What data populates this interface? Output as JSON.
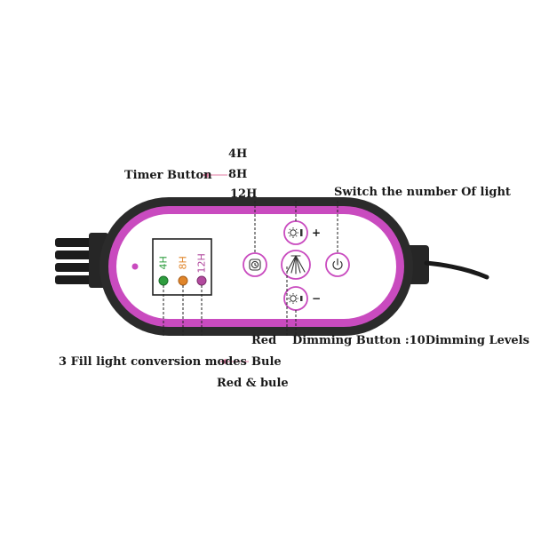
{
  "annotations": {
    "timer_values": [
      "4H",
      "8H",
      "12H"
    ],
    "timer_button": "Timer Button",
    "switch_light": "Switch  the number Of light",
    "fill_modes": "3 Fill light conversion modes",
    "mode_red": "Red",
    "mode_blue": "Bule",
    "mode_red_blue": "Red & bule",
    "dimming": "Dimming Button :10Dimming Levels"
  },
  "panel": {
    "indicator_labels": [
      "4H",
      "8H",
      "12H"
    ],
    "indicator_colors": [
      "#2e9d3e",
      "#e0852a",
      "#b24a9e"
    ],
    "plus_symbol": "+",
    "minus_symbol": "−"
  },
  "colors": {
    "accent": "#c94bbf",
    "body": "#2b2b2b",
    "panel": "#ffffff",
    "arrow": "#e07aa0"
  }
}
